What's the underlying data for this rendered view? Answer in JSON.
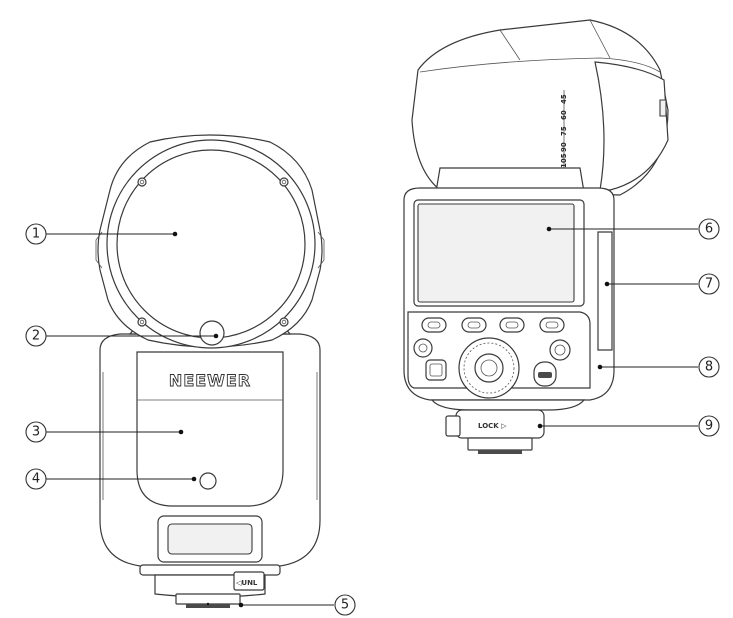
{
  "left_flash": {
    "brand_label": "NEEWER",
    "unlock_label": "◁UNL"
  },
  "right_flash": {
    "lock_label": "LOCK ▷",
    "zoom_scale": [
      "45",
      "60",
      "75",
      "90",
      "105"
    ]
  },
  "callouts": [
    "1",
    "2",
    "3",
    "4",
    "5",
    "6",
    "7",
    "8",
    "9"
  ],
  "colors": {
    "line": "#3a3a3a",
    "background": "#ffffff"
  }
}
